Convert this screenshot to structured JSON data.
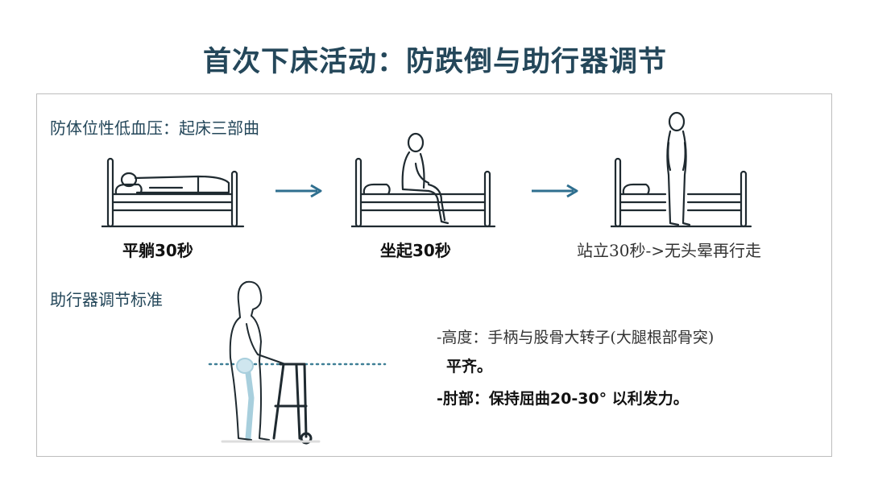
{
  "title": "首次下床活动：防跌倒与助行器调节",
  "section1": {
    "heading": "防体位性低血压：起床三部曲",
    "steps": [
      {
        "label": "平躺30秒",
        "figure": "person-lying-icon"
      },
      {
        "label": "坐起30秒",
        "figure": "person-sitting-icon"
      },
      {
        "label": "站立30秒->无头晕再行走",
        "figure": "person-standing-icon"
      }
    ],
    "arrow_icon": "arrow-right-icon"
  },
  "section2": {
    "heading": "助行器调节标准",
    "height_line1": "-高度：手柄与股骨大转子(大腿根部骨突)",
    "height_line2": "平齐。",
    "elbow": "-肘部：保持屈曲20-30° 以利发力。",
    "figure": "person-with-walker-icon"
  },
  "colors": {
    "title": "#24475a",
    "heading": "#24475a",
    "arrow": "#2f6f8f",
    "line_art": "#1f2a30",
    "dotted_line": "#3f7f96",
    "bone": "#cfe6ef"
  }
}
